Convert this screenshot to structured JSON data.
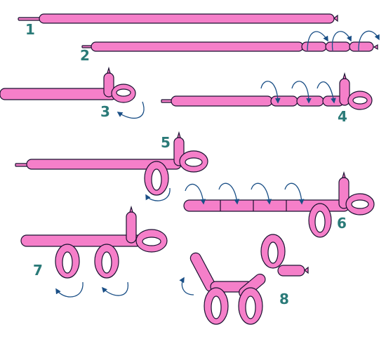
{
  "colors": {
    "balloon": "#f57fc9",
    "outline": "#1a1030",
    "arrow": "#1a4f86",
    "label": "#2a7a78",
    "background": "#ffffff"
  },
  "steps": [
    {
      "label": "1"
    },
    {
      "label": "2"
    },
    {
      "label": "3"
    },
    {
      "label": "4"
    },
    {
      "label": "5"
    },
    {
      "label": "6"
    },
    {
      "label": "7"
    },
    {
      "label": "8"
    }
  ]
}
